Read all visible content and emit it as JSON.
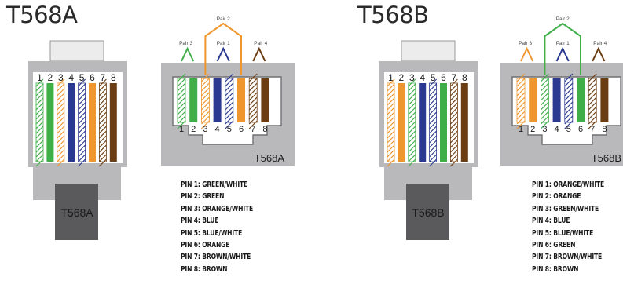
{
  "standards": [
    {
      "title": "T568A",
      "plug_label": "T568A",
      "jack_label": "T568A",
      "pin_numbers": [
        "1",
        "2",
        "3",
        "4",
        "5",
        "6",
        "7",
        "8"
      ],
      "pairs": [
        {
          "label": "Pair 2",
          "color": "#f0962e"
        },
        {
          "label": "Pair 3",
          "color": "#3fae49"
        },
        {
          "label": "Pair 1",
          "color": "#2b3990"
        },
        {
          "label": "Pair 4",
          "color": "#6b3d13"
        }
      ],
      "wires": [
        {
          "color": "#3fae49",
          "striped": true
        },
        {
          "color": "#3fae49",
          "striped": false
        },
        {
          "color": "#f0962e",
          "striped": true
        },
        {
          "color": "#2b3990",
          "striped": false
        },
        {
          "color": "#2b3990",
          "striped": true
        },
        {
          "color": "#f0962e",
          "striped": false
        },
        {
          "color": "#6b3d13",
          "striped": true
        },
        {
          "color": "#6b3d13",
          "striped": false
        }
      ],
      "pin_list": [
        "PIN 1: GREEN/WHITE",
        "PIN 2: GREEN",
        "PIN 3: ORANGE/WHITE",
        "PIN 4: BLUE",
        "PIN 5: BLUE/WHITE",
        "PIN 6: ORANGE",
        "PIN 7: BROWN/WHITE",
        "PIN 8: BROWN"
      ]
    },
    {
      "title": "T568B",
      "plug_label": "T568B",
      "jack_label": "T568B",
      "pin_numbers": [
        "1",
        "2",
        "3",
        "4",
        "5",
        "6",
        "7",
        "8"
      ],
      "pairs": [
        {
          "label": "Pair 2",
          "color": "#3fae49"
        },
        {
          "label": "Pair 3",
          "color": "#f0962e"
        },
        {
          "label": "Pair 1",
          "color": "#2b3990"
        },
        {
          "label": "Pair 4",
          "color": "#6b3d13"
        }
      ],
      "wires": [
        {
          "color": "#f0962e",
          "striped": true
        },
        {
          "color": "#f0962e",
          "striped": false
        },
        {
          "color": "#3fae49",
          "striped": true
        },
        {
          "color": "#2b3990",
          "striped": false
        },
        {
          "color": "#2b3990",
          "striped": true
        },
        {
          "color": "#3fae49",
          "striped": false
        },
        {
          "color": "#6b3d13",
          "striped": true
        },
        {
          "color": "#6b3d13",
          "striped": false
        }
      ],
      "pin_list": [
        "PIN 1: ORANGE/WHITE",
        "PIN 2: ORANGE",
        "PIN 3: GREEN/WHITE",
        "PIN 4: BLUE",
        "PIN 5: BLUE/WHITE",
        "PIN 6: GREEN",
        "PIN 7: BROWN/WHITE",
        "PIN 8: BROWN"
      ]
    }
  ],
  "colors": {
    "housing_gray": "#b9b9bb",
    "housing_dark": "#6a6a6c",
    "boot_dark": "#555557",
    "face_white": "#ffffff"
  }
}
